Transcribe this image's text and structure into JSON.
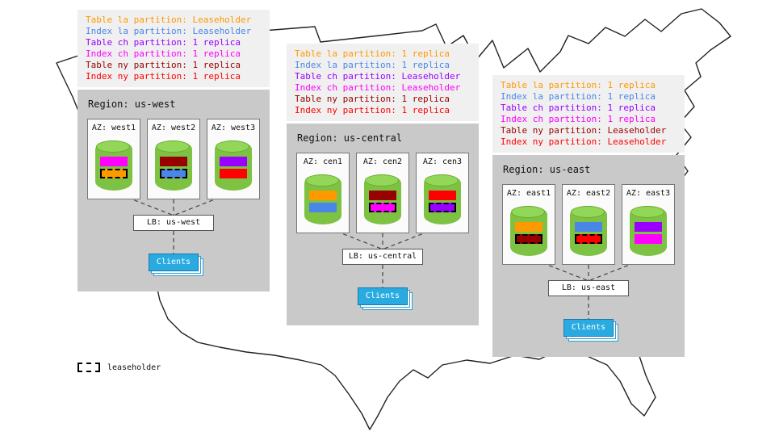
{
  "legend": {
    "label": "leaseholder"
  },
  "colors": {
    "region_panel": "#c9c9c9",
    "info_panel": "#f0f0f0",
    "cylinder_green": "#7dc242",
    "clients_blue": "#29abe2",
    "table_la": "#ff9900",
    "index_la": "#4a86e8",
    "table_ch": "#9900ff",
    "index_ch": "#ff00ff",
    "table_ny": "#990000",
    "index_ny": "#ff0000"
  },
  "regions": [
    {
      "id": "us-west",
      "title": "Region: us-west",
      "info_lines": [
        {
          "text": "Table la partition: Leaseholder",
          "color": "#ff9900"
        },
        {
          "text": "Index la partition: Leaseholder",
          "color": "#4a86e8"
        },
        {
          "text": "Table ch partition: 1 replica",
          "color": "#9900ff"
        },
        {
          "text": "Index ch partition: 1 replica",
          "color": "#ff00ff"
        },
        {
          "text": "Table ny partition: 1 replica",
          "color": "#990000"
        },
        {
          "text": "Index ny partition: 1 replica",
          "color": "#ff0000"
        }
      ],
      "azs": [
        {
          "label": "AZ: west1",
          "bars": [
            {
              "partition": "Index ch partition",
              "color": "#ff00ff",
              "leaseholder": false
            },
            {
              "partition": "Table la partition",
              "color": "#ff9900",
              "leaseholder": true
            }
          ]
        },
        {
          "label": "AZ: west2",
          "bars": [
            {
              "partition": "Table ny partition",
              "color": "#990000",
              "leaseholder": false
            },
            {
              "partition": "Index la partition",
              "color": "#4a86e8",
              "leaseholder": true
            }
          ]
        },
        {
          "label": "AZ: west3",
          "bars": [
            {
              "partition": "Table ch partition",
              "color": "#9900ff",
              "leaseholder": false
            },
            {
              "partition": "Index ny partition",
              "color": "#ff0000",
              "leaseholder": false
            }
          ]
        }
      ],
      "lb_label": "LB: us-west",
      "clients_label": "Clients"
    },
    {
      "id": "us-central",
      "title": "Region: us-central",
      "info_lines": [
        {
          "text": "Table la partition: 1 replica",
          "color": "#ff9900"
        },
        {
          "text": "Index la partition: 1 replica",
          "color": "#4a86e8"
        },
        {
          "text": "Table ch partition: Leaseholder",
          "color": "#9900ff"
        },
        {
          "text": "Index ch partition: Leaseholder",
          "color": "#ff00ff"
        },
        {
          "text": "Table ny partition: 1 replica",
          "color": "#990000"
        },
        {
          "text": "Index ny partition: 1 replica",
          "color": "#ff0000"
        }
      ],
      "azs": [
        {
          "label": "AZ: cen1",
          "bars": [
            {
              "partition": "Table la partition",
              "color": "#ff9900",
              "leaseholder": false
            },
            {
              "partition": "Index la partition",
              "color": "#4a86e8",
              "leaseholder": false
            }
          ]
        },
        {
          "label": "AZ: cen2",
          "bars": [
            {
              "partition": "Table ny partition",
              "color": "#990000",
              "leaseholder": false
            },
            {
              "partition": "Index ch partition",
              "color": "#ff00ff",
              "leaseholder": true
            }
          ]
        },
        {
          "label": "AZ: cen3",
          "bars": [
            {
              "partition": "Index ny partition",
              "color": "#ff0000",
              "leaseholder": false
            },
            {
              "partition": "Table ch partition",
              "color": "#9900ff",
              "leaseholder": true
            }
          ]
        }
      ],
      "lb_label": "LB: us-central",
      "clients_label": "Clients"
    },
    {
      "id": "us-east",
      "title": "Region: us-east",
      "info_lines": [
        {
          "text": "Table la partition: 1 replica",
          "color": "#ff9900"
        },
        {
          "text": "Index la partition: 1 replica",
          "color": "#4a86e8"
        },
        {
          "text": "Table ch partition: 1 replica",
          "color": "#9900ff"
        },
        {
          "text": "Index ch partition: 1 replica",
          "color": "#ff00ff"
        },
        {
          "text": "Table ny partition: Leaseholder",
          "color": "#990000"
        },
        {
          "text": "Index ny partition: Leaseholder",
          "color": "#ff0000"
        }
      ],
      "azs": [
        {
          "label": "AZ: east1",
          "bars": [
            {
              "partition": "Table la partition",
              "color": "#ff9900",
              "leaseholder": false
            },
            {
              "partition": "Table ny partition",
              "color": "#990000",
              "leaseholder": true
            }
          ]
        },
        {
          "label": "AZ: east2",
          "bars": [
            {
              "partition": "Index la partition",
              "color": "#4a86e8",
              "leaseholder": false
            },
            {
              "partition": "Index ny partition",
              "color": "#ff0000",
              "leaseholder": true
            }
          ]
        },
        {
          "label": "AZ: east3",
          "bars": [
            {
              "partition": "Table ch partition",
              "color": "#9900ff",
              "leaseholder": false
            },
            {
              "partition": "Index ch partition",
              "color": "#ff00ff",
              "leaseholder": false
            }
          ]
        }
      ],
      "lb_label": "LB: us-east",
      "clients_label": "Clients"
    }
  ]
}
